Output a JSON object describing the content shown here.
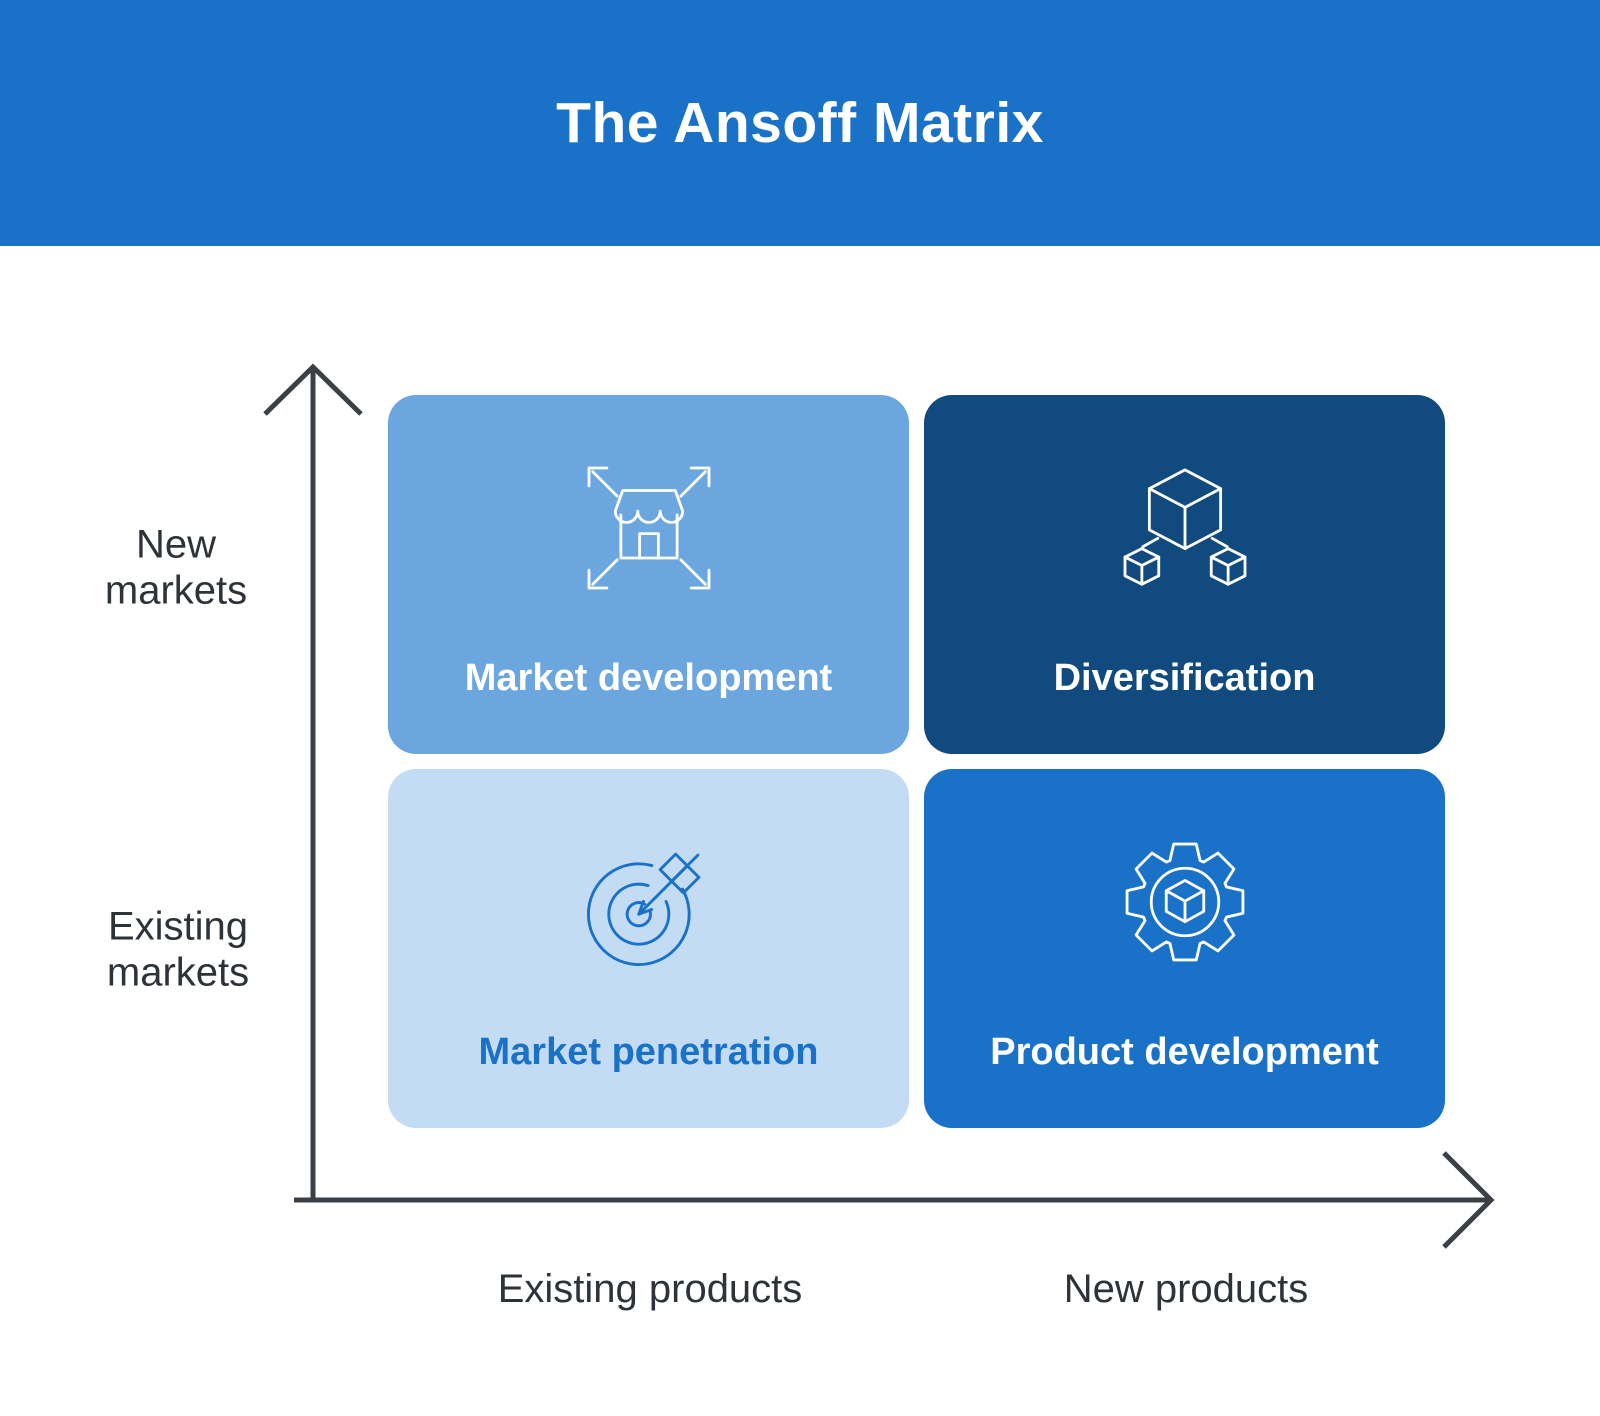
{
  "title": "The Ansoff Matrix",
  "colors": {
    "header_bg": "#1A72C8",
    "axis": "#3A4046",
    "axis_label_text": "#2D3339",
    "market_development_bg": "#6BA7DE",
    "diversification_bg": "#114A7E",
    "market_penetration_bg": "#C3DCF3",
    "product_development_bg": "#1A72C8",
    "light_quadrant_text": "#FFFFFF",
    "penetration_quadrant_text": "#1A72C8"
  },
  "axes": {
    "y": {
      "top_label": "New\nmarkets",
      "bottom_label": "Existing\nmarkets"
    },
    "x": {
      "left_label": "Existing products",
      "right_label": "New products"
    }
  },
  "quadrants": [
    {
      "label": "Market development",
      "icon": "store-expansion-icon",
      "bg": "#6BA7DE",
      "text_color": "#FFFFFF"
    },
    {
      "label": "Diversification",
      "icon": "linked-cubes-icon",
      "bg": "#114A7E",
      "text_color": "#FFFFFF"
    },
    {
      "label": "Market penetration",
      "icon": "target-dart-icon",
      "bg": "#C3DCF3",
      "text_color": "#1A72C8"
    },
    {
      "label": "Product development",
      "icon": "gear-cube-icon",
      "bg": "#1A72C8",
      "text_color": "#FFFFFF"
    }
  ]
}
